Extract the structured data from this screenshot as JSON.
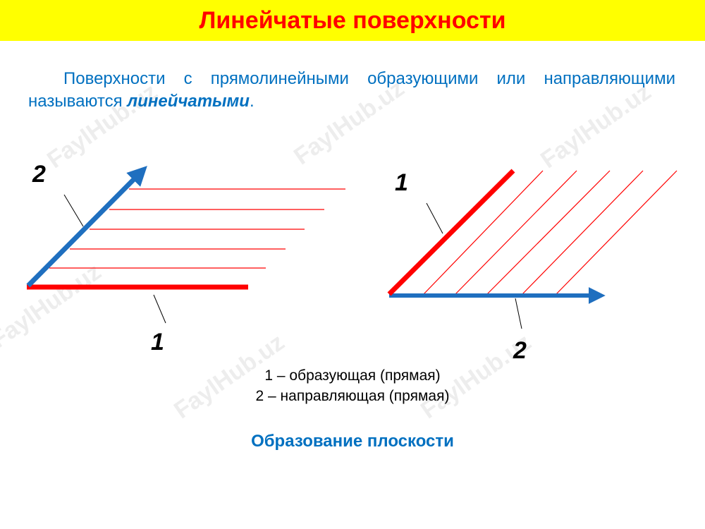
{
  "title": "Линейчатые поверхности",
  "intro": {
    "text_before": "Поверхности с прямолинейными образующими или направляющими называются ",
    "term": "линейчатыми",
    "text_after": "."
  },
  "left_figure": {
    "label_directrix": "2",
    "label_generatrix": "1"
  },
  "right_figure": {
    "label_generatrix": "1",
    "label_directrix": "2"
  },
  "legend": {
    "line1": "1 – образующая (прямая)",
    "line2": "2 – направляющая (прямая)"
  },
  "caption": "Образование плоскости",
  "watermark": "FaylHub.uz",
  "colors": {
    "title_bg": "#ffff00",
    "title_text": "#ff0000",
    "body_text": "#0070c0",
    "generatrix": "#ff0000",
    "directrix": "#1f6fbf"
  }
}
